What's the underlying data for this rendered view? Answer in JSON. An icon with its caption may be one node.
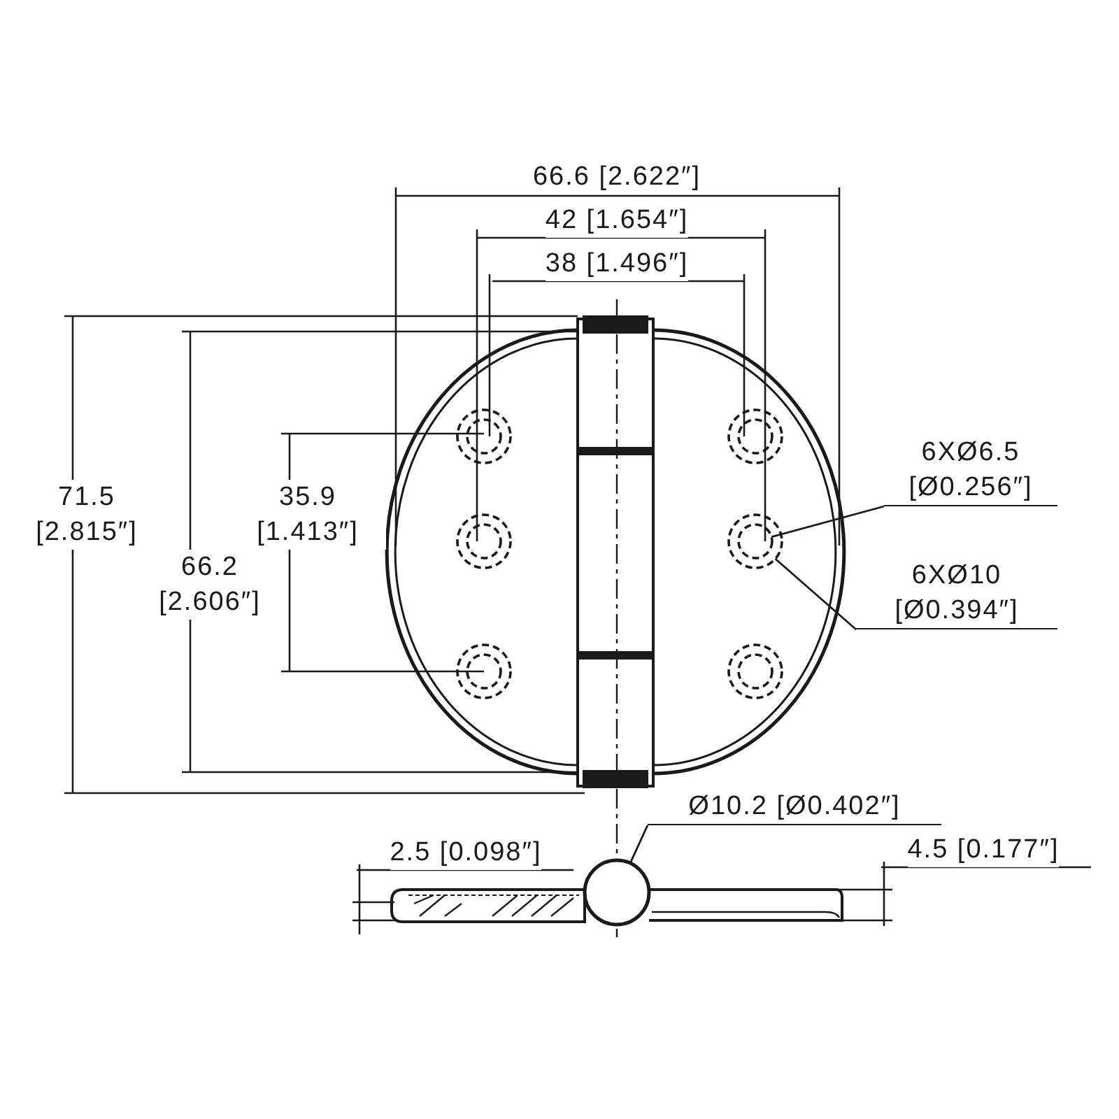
{
  "diagram": {
    "nodes": [
      {
        "text": [
          "6XØ6.5 [Ø0.256″]"
        ]
      },
      {
        "text": [
          "6XØ10 [Ø0.394″]"
        ]
      },
      {
        "text": [
          "Ø10.2 [Ø0.402″]"
        ]
      },
      {
        "text": [],
        "shape": "circle"
      },
      {
        "text": [],
        "shape": "circle",
        "in": 3
      },
      {
        "text": [],
        "shape": "circle"
      },
      {
        "text": [],
        "shape": "circle",
        "in": 5
      },
      {
        "text": [],
        "shape": "circle"
      },
      {
        "text": [],
        "shape": "circle",
        "in": 7
      },
      {
        "text": [],
        "shape": "circle"
      },
      {
        "text": [],
        "shape": "circle",
        "in": 9
      },
      {
        "text": [],
        "shape": "circle"
      },
      {
        "text": [],
        "shape": "circle",
        "in": 11
      },
      {
        "text": [],
        "shape": "circle"
      },
      {
        "text": [],
        "shape": "circle",
        "in": 13
      },
      {
        "text": [],
        "shape": "circle"
      }
    ],
    "edges": [
      {
        "from": 0,
        "to": 10,
        "arrow": "none"
      },
      {
        "from": 1,
        "to": 9,
        "arrow": "none"
      },
      {
        "from": 2,
        "to": 15,
        "arrow": "none"
      }
    ],
    "labels": [
      "66.6 [2.622″]",
      "42 [1.654″]",
      "38 [1.496″]",
      "71.5 [2.815″]",
      "66.2 [2.606″]",
      "35.9 [1.413″]",
      "2.5 [0.098″]",
      "4.5 [0.177″]"
    ]
  }
}
